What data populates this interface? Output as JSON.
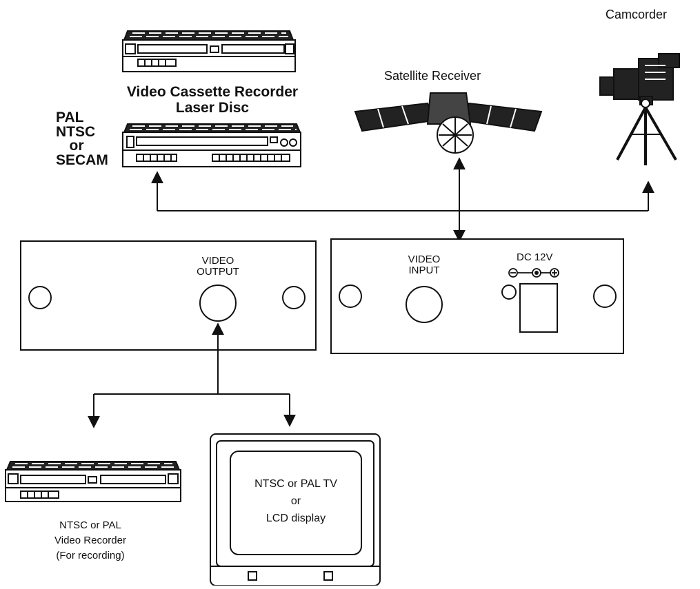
{
  "labels": {
    "camcorder": "Camcorder",
    "satellite": "Satellite Receiver",
    "vcr_title_line1": "Video Cassette Recorder",
    "vcr_title_line2": "Laser Disc",
    "formats_line1": "PAL",
    "formats_line2": "NTSC",
    "formats_line3": "or",
    "formats_line4": "SECAM",
    "video_output_line1": "VIDEO",
    "video_output_line2": "OUTPUT",
    "video_input_line1": "VIDEO",
    "video_input_line2": "INPUT",
    "dc_label": "DC 12V",
    "dc_polarity_minus": "⊖",
    "dc_polarity_plus": "⊕",
    "tv_line1": "NTSC or PAL TV",
    "tv_line2": "or",
    "tv_line3": "LCD display",
    "recorder_line1": "NTSC or PAL",
    "recorder_line2": "Video Recorder",
    "recorder_line3": "(For recording)"
  }
}
